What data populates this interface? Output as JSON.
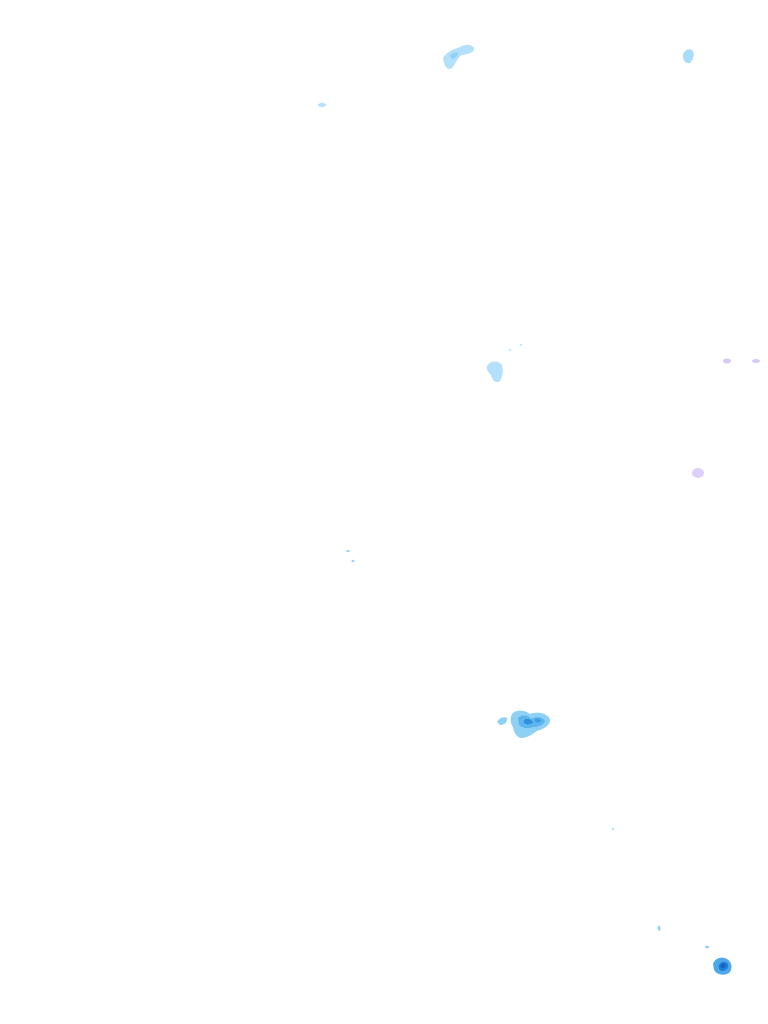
{
  "map": {
    "layer": "rain-radar-overlay",
    "background_color": "#ffffff",
    "intensity_colors": {
      "light": "#b3e0fb",
      "moderate": "#6cc0f0",
      "heavy": "#2f8fe0",
      "very_heavy": "#1565c0",
      "hail": "#d7c9f7"
    },
    "echoes": [
      {
        "id": "echo-north-center",
        "intensity": "light"
      },
      {
        "id": "echo-north-east",
        "intensity": "light"
      },
      {
        "id": "echo-north-speck",
        "intensity": "light"
      },
      {
        "id": "echo-center",
        "intensity": "light"
      },
      {
        "id": "echo-center-specks",
        "intensity": "light"
      },
      {
        "id": "echo-east-hail-1",
        "intensity": "hail"
      },
      {
        "id": "echo-east-hail-2",
        "intensity": "hail"
      },
      {
        "id": "echo-east-hail-3",
        "intensity": "hail"
      },
      {
        "id": "echo-west-specks",
        "intensity": "light"
      },
      {
        "id": "echo-south-cluster",
        "intensity": "heavy"
      },
      {
        "id": "echo-south-speck",
        "intensity": "light"
      },
      {
        "id": "echo-southeast-specks",
        "intensity": "moderate"
      },
      {
        "id": "echo-southeast-core",
        "intensity": "very_heavy"
      }
    ]
  }
}
